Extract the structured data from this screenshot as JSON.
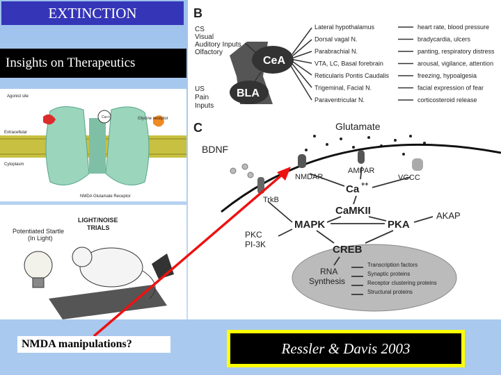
{
  "slide": {
    "title": "EXTINCTION",
    "subtitle": "Insights on Therapeutics",
    "question": "NMDA manipulations?",
    "citation": "Ressler & Davis 2003"
  },
  "receptor_figure": {
    "labels": [
      "Extracellular",
      "Cytoplasm",
      "Glycine receptor",
      "NMDA Glutamate Receptor"
    ],
    "tiny_labels": [
      "Agonist site",
      "Ca++"
    ]
  },
  "startle_figure": {
    "bulb_label_1": "Potentiated Startle",
    "bulb_label_2": "(In Light)",
    "trials_1": "LIGHT/NOISE",
    "trials_2": "TRIALS"
  },
  "panel_b": {
    "letter": "B",
    "inputs_top": [
      "CS",
      "Visual",
      "Auditory Inputs",
      "Olfactory"
    ],
    "inputs_bottom": [
      "US",
      "Pain",
      "Inputs"
    ],
    "cea": "CeA",
    "bla": "BLA",
    "targets": [
      "Lateral hypothalamus",
      "Dorsal vagal N.",
      "Parabrachial N.",
      "VTA, LC, Basal forebrain",
      "Reticularis Pontis Caudalis",
      "Trigeminal, Facial N.",
      "Paraventricular N."
    ],
    "responses": [
      "heart rate, blood pressure",
      "bradycardia, ulcers",
      "panting, respiratory distress",
      "arousal, vigilance, attention",
      "freezing, hypoalgesia",
      "facial expression of fear",
      "corticosteroid release"
    ]
  },
  "panel_c": {
    "letter": "C",
    "glutamate": "Glutamate",
    "bdnf": "BDNF",
    "nmdar": "NMDAR",
    "ampar": "AMPAR",
    "vgcc": "VGCC",
    "ca": "Ca",
    "ca_sup": "++",
    "trkb": "TrkB",
    "camkii": "CaMKII",
    "mapk": "MAPK",
    "pka": "PKA",
    "akap": "AKAP",
    "pkc": "PKC",
    "pi3k": "PI-3K",
    "creb": "CREB",
    "rna": "RNA",
    "synthesis": "Synthesis",
    "products": [
      "Transcription factors",
      "Synaptic proteins",
      "Receptor clustering proteins",
      "Structural proteins"
    ]
  },
  "colors": {
    "title_bg": "#3535b8",
    "arrow": "#ee1111",
    "cite_border": "#ffff00",
    "receptor": "#9ad5bc",
    "membrane": "#c8c040",
    "nucleus": "#bbbbbb"
  }
}
